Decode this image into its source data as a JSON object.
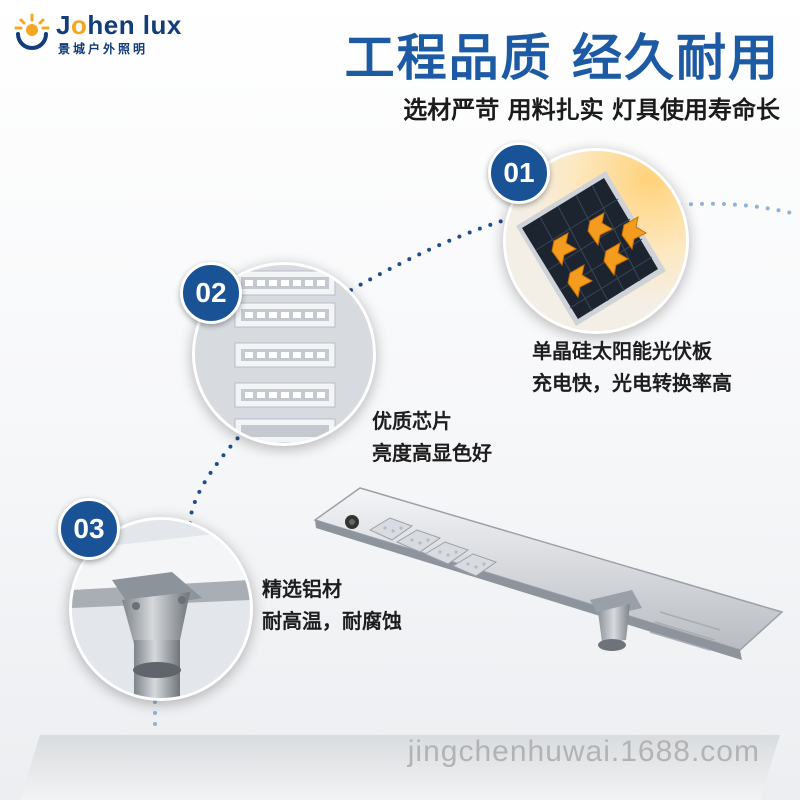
{
  "brand": {
    "logo_name_part1": "J",
    "logo_name_o": "o",
    "logo_name_part2": "hen lux",
    "logo_sub": "景城户外照明",
    "logo_icon": "sun-arc-icon",
    "colors": {
      "navy": "#123d7a",
      "orange": "#f5a623"
    }
  },
  "header": {
    "title": "工程品质 经久耐用",
    "subtitle": "选材严苛 用料扎实 灯具使用寿命长"
  },
  "features": [
    {
      "number": "01",
      "line1": "单晶硅太阳能光伏板",
      "line2": "充电快，光电转换率高"
    },
    {
      "number": "02",
      "line1": "优质芯片",
      "line2": "亮度高显色好"
    },
    {
      "number": "03",
      "line1": "精选铝材",
      "line2": "耐高温，耐腐蚀"
    }
  ],
  "footer": {
    "watermark": "jingchenhuwai.1688.com"
  },
  "colors": {
    "accent_blue": "#1c5aa3",
    "badge_blue": "#1a5296",
    "dot_blue": "#1f4e8c"
  }
}
